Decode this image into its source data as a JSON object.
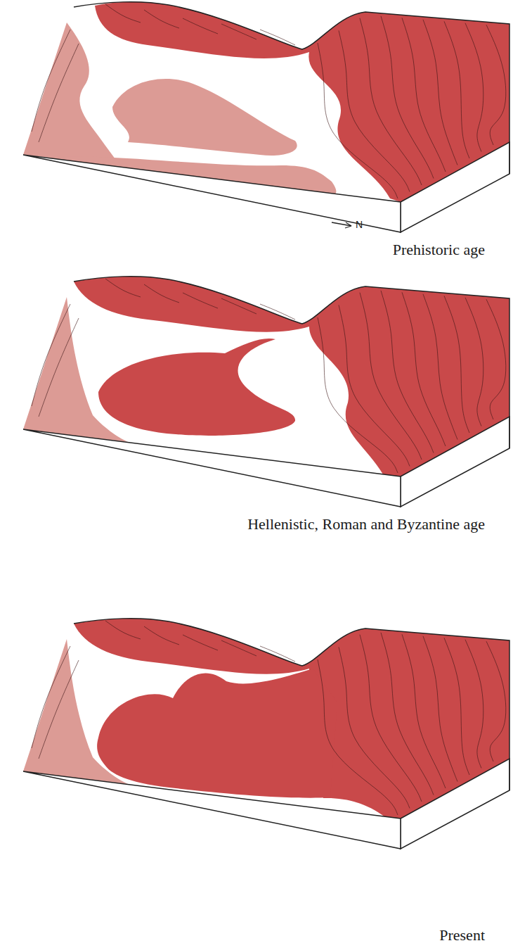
{
  "diagram": {
    "labels": [
      "N",
      "Prehistoric age",
      "Hellenistic, Roman and Byzantine age",
      "Present"
    ]
  }
}
